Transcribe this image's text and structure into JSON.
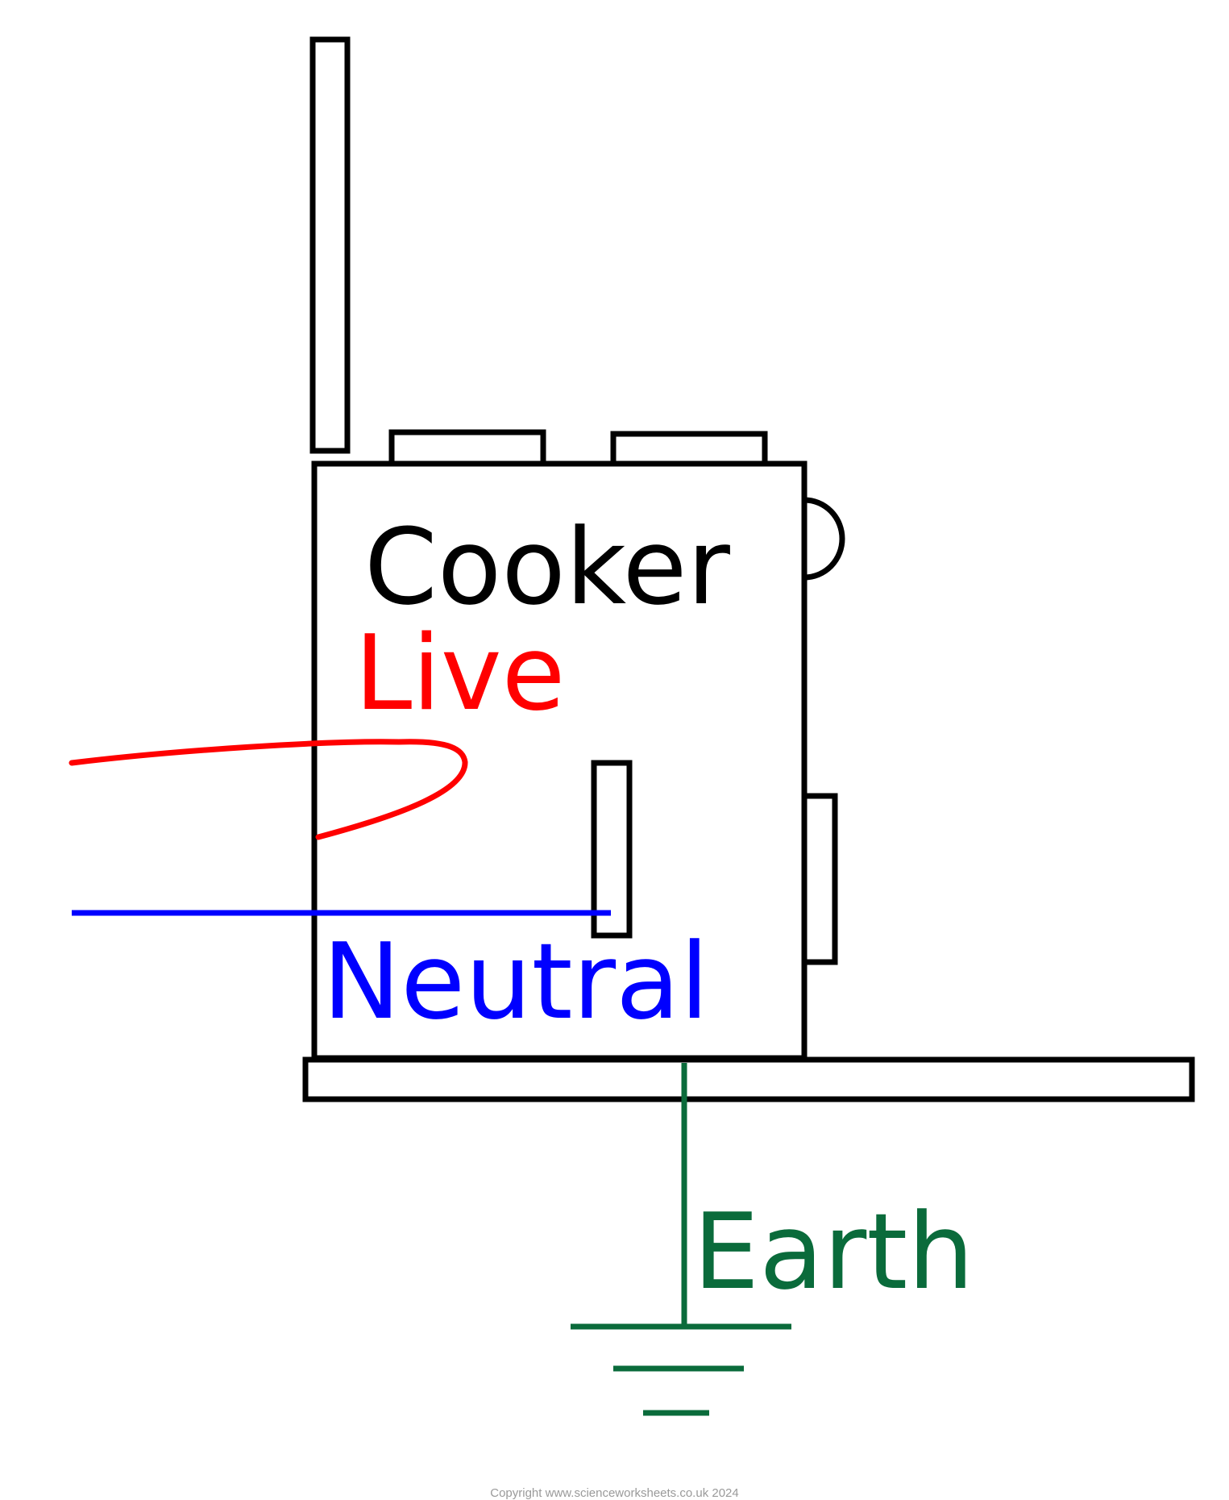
{
  "labels": {
    "appliance": "Cooker",
    "live": "Live",
    "neutral": "Neutral",
    "earth": "Earth"
  },
  "colors": {
    "outline": "#000000",
    "live": "#ff0000",
    "neutral": "#0000ff",
    "earth": "#0a6b3b",
    "copyright": "#9a9a9a"
  },
  "footer": {
    "copyright": "Copyright www.scienceworksheets.co.uk 2024"
  }
}
